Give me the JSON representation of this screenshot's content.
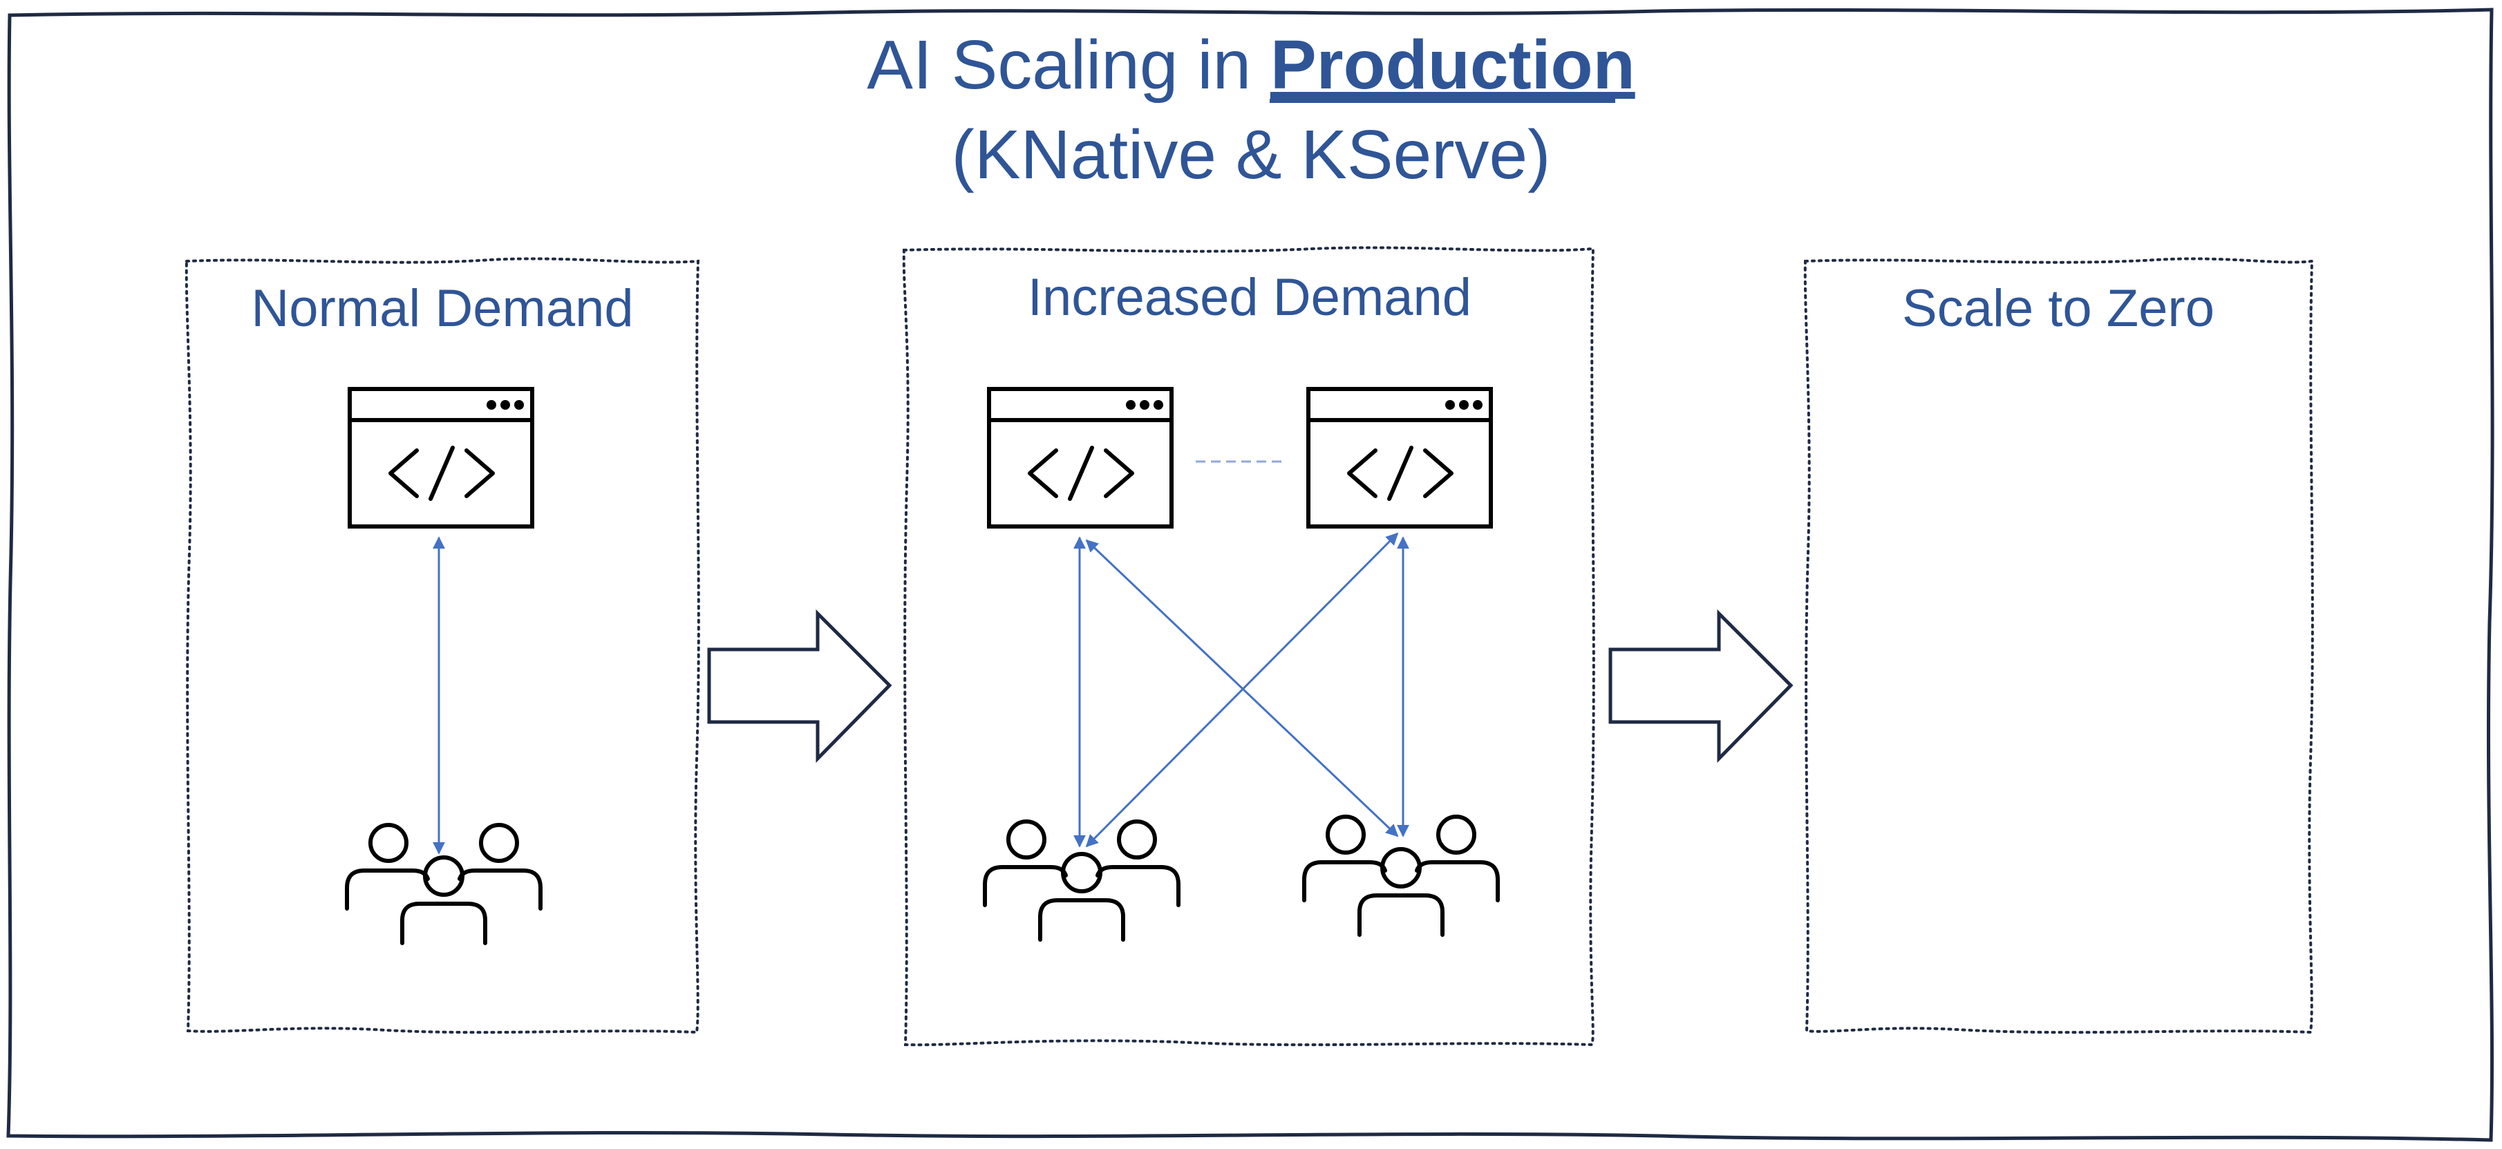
{
  "title": {
    "prefix": "AI Scaling in ",
    "emphasis": "Production",
    "subtitle": "(KNative & KServe)"
  },
  "panels": [
    {
      "id": "normal",
      "title": "Normal Demand",
      "servers": 1,
      "user_groups": 1
    },
    {
      "id": "increased",
      "title": "Increased Demand",
      "servers": 2,
      "user_groups": 2
    },
    {
      "id": "zero",
      "title": "Scale to Zero",
      "servers": 0,
      "user_groups": 0
    }
  ],
  "icons": {
    "server": "code-window-icon",
    "users": "user-group-icon",
    "transition": "right-arrow-icon"
  },
  "colors": {
    "title": "#2f5597",
    "connector": "#4472c4",
    "frame": "#1f2a44",
    "icon": "#000000"
  }
}
